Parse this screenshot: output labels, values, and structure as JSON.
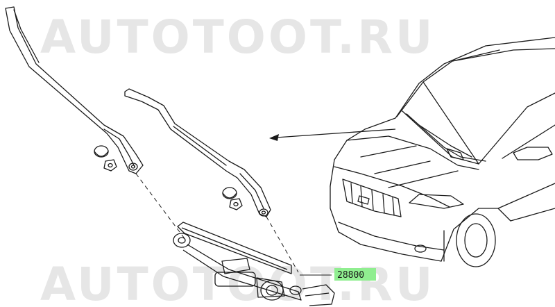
{
  "watermark": {
    "text_top": "AUTOTOOT.RU",
    "text_bottom": "AUTOTOOT.RU",
    "color": "#e6e6e6"
  },
  "callout": {
    "part_number": "28800",
    "highlight_color": "#90ee90"
  },
  "line_color": "#1a1a1a"
}
